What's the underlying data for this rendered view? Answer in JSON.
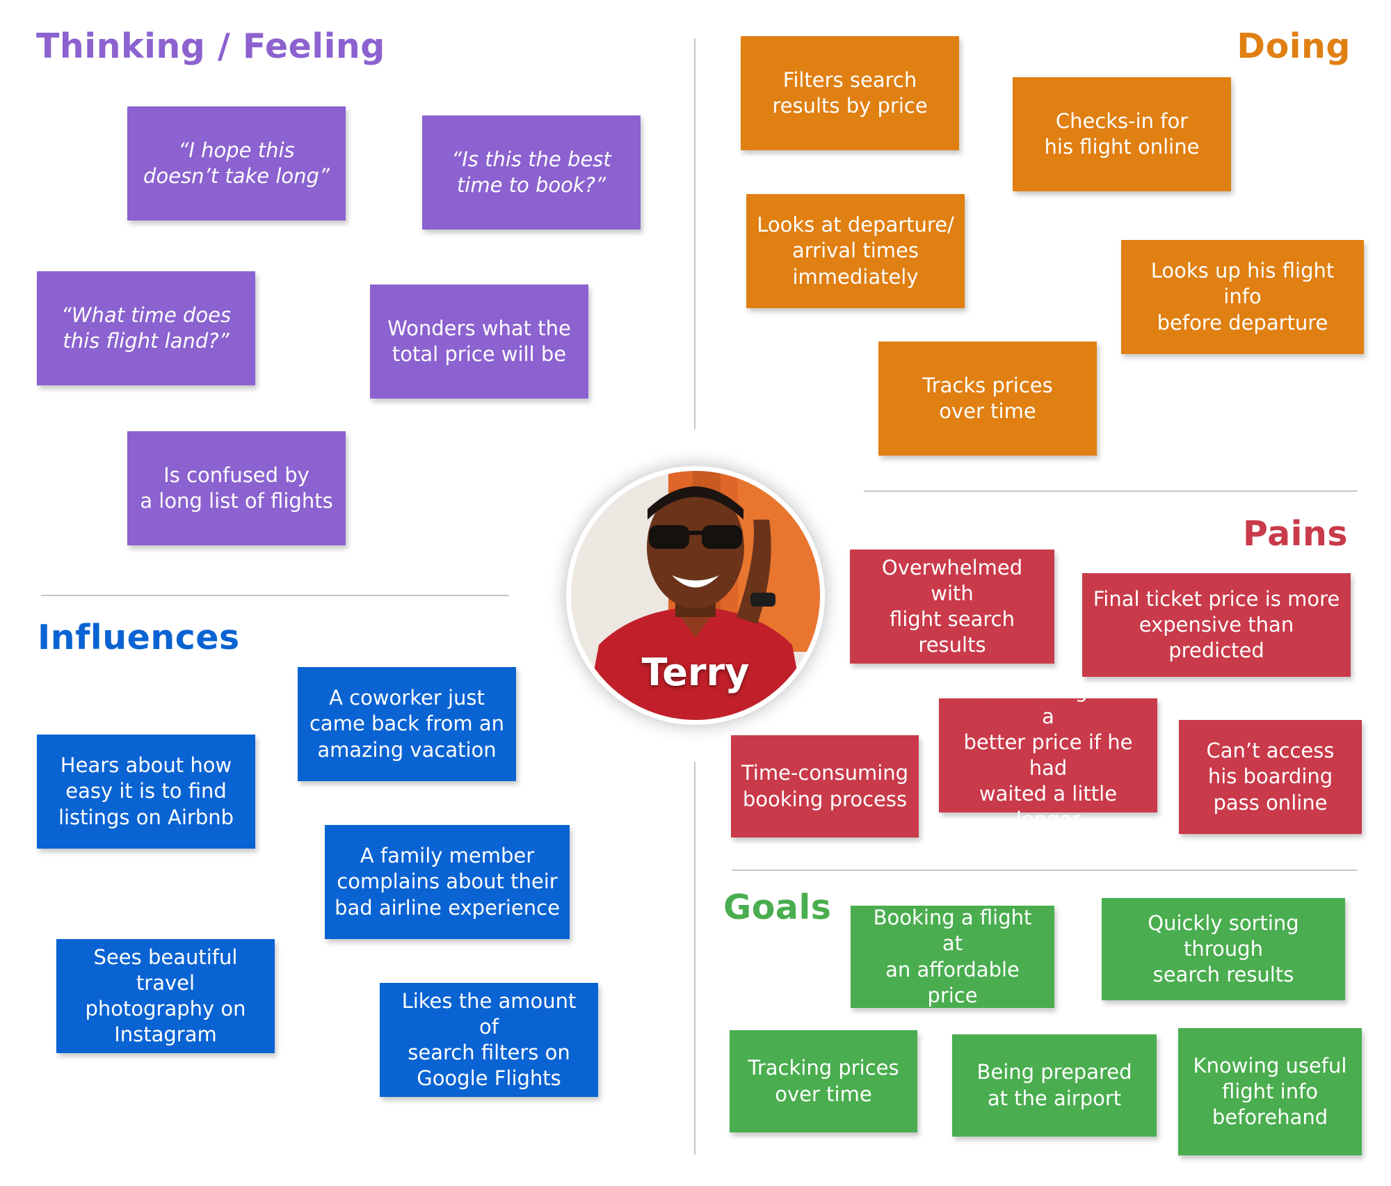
{
  "persona": {
    "name": "Terry"
  },
  "sections": {
    "thinking_feeling": {
      "title": "Thinking / Feeling",
      "color": "#8b62cf",
      "notes": [
        "“I hope this\ndoesn’t take long”",
        "“Is this the best\ntime to book?”",
        "“What time does\nthis flight land?”",
        "Wonders what the\ntotal price will be",
        "Is confused by\na long list of flights"
      ]
    },
    "doing": {
      "title": "Doing",
      "color": "#e07f12",
      "notes": [
        "Filters search\nresults by price",
        "Checks-in for\nhis flight online",
        "Looks at departure/\narrival times\nimmediately",
        "Looks up his flight info\nbefore departure",
        "Tracks prices\nover time"
      ]
    },
    "pains": {
      "title": "Pains",
      "color": "#c93a4a",
      "notes": [
        "Overwhelmed with\nflight search results",
        "Final ticket price is more\nexpensive than predicted",
        "Time-consuming\nbooking process",
        "Could have gotten a\nbetter price if he had\nwaited a little longer",
        "Can’t access\nhis boarding\npass online"
      ]
    },
    "influences": {
      "title": "Influences",
      "color": "#0a63d2",
      "notes": [
        "A coworker just\ncame back from an\namazing vacation",
        "Hears about how\neasy it is to find\nlistings on Airbnb",
        "A family member\ncomplains about their\nbad airline experience",
        "Sees beautiful travel\nphotography on\nInstagram",
        "Likes the amount of\nsearch filters on\nGoogle Flights"
      ]
    },
    "goals": {
      "title": "Goals",
      "color": "#4aad4f",
      "notes": [
        "Booking a flight at\nan affordable price",
        "Quickly sorting through\nsearch results",
        "Tracking prices\nover time",
        "Being prepared\nat the airport",
        "Knowing useful\nflight info\nbeforehand"
      ]
    }
  }
}
